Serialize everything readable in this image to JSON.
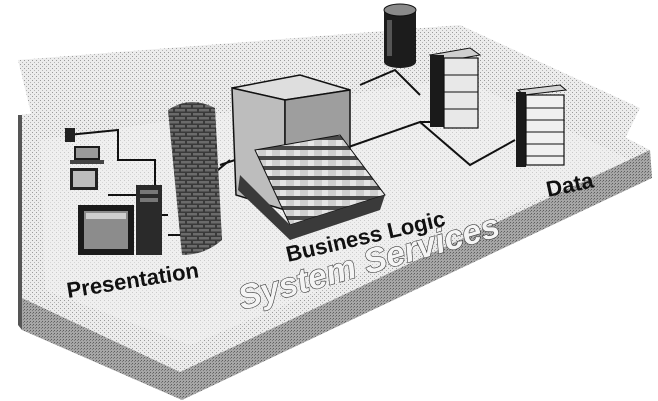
{
  "labels": {
    "presentation": "Presentation",
    "business_logic": "Business Logic",
    "data": "Data",
    "system_services": "System Services"
  },
  "colors": {
    "platform_top": "#e9e9e9",
    "platform_front": "#8e8e8e",
    "stipple": "#9a9a9a",
    "ink": "#111111"
  }
}
